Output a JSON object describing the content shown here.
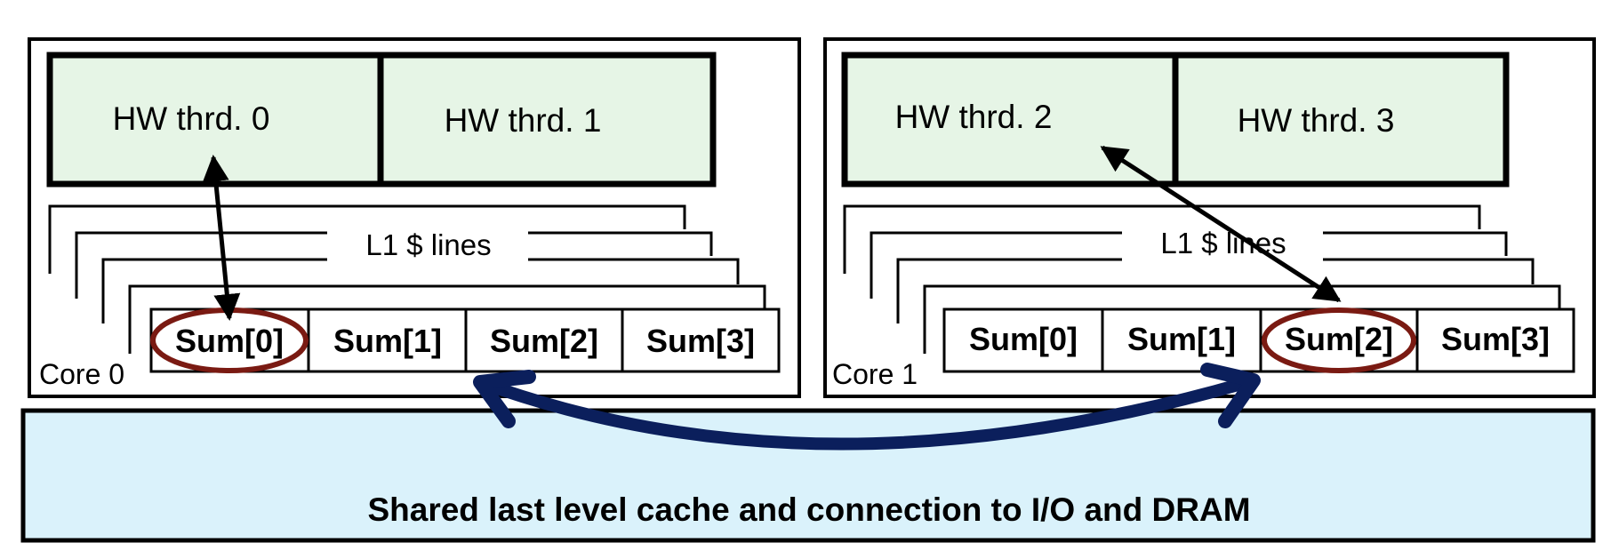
{
  "diagram": {
    "cores": [
      {
        "label": "Core 0",
        "threads": [
          "HW thrd. 0",
          "HW thrd. 1"
        ],
        "cache_label": "L1 $ lines",
        "sums": [
          "Sum[0]",
          "Sum[1]",
          "Sum[2]",
          "Sum[3]"
        ],
        "highlighted_sum": "Sum[0]"
      },
      {
        "label": "Core 1",
        "threads": [
          "HW thrd. 2",
          "HW thrd. 3"
        ],
        "cache_label": "L1 $ lines",
        "sums": [
          "Sum[0]",
          "Sum[1]",
          "Sum[2]",
          "Sum[3]"
        ],
        "highlighted_sum": "Sum[2]"
      }
    ],
    "shared_cache_label": "Shared last level cache and connection to I/O and DRAM",
    "colors": {
      "thread_fill": "#e6f5e6",
      "shared_fill": "#daf2fb",
      "highlight_ring": "#7a1a12",
      "big_arrow": "#0b1f5c",
      "line": "#000000"
    }
  }
}
